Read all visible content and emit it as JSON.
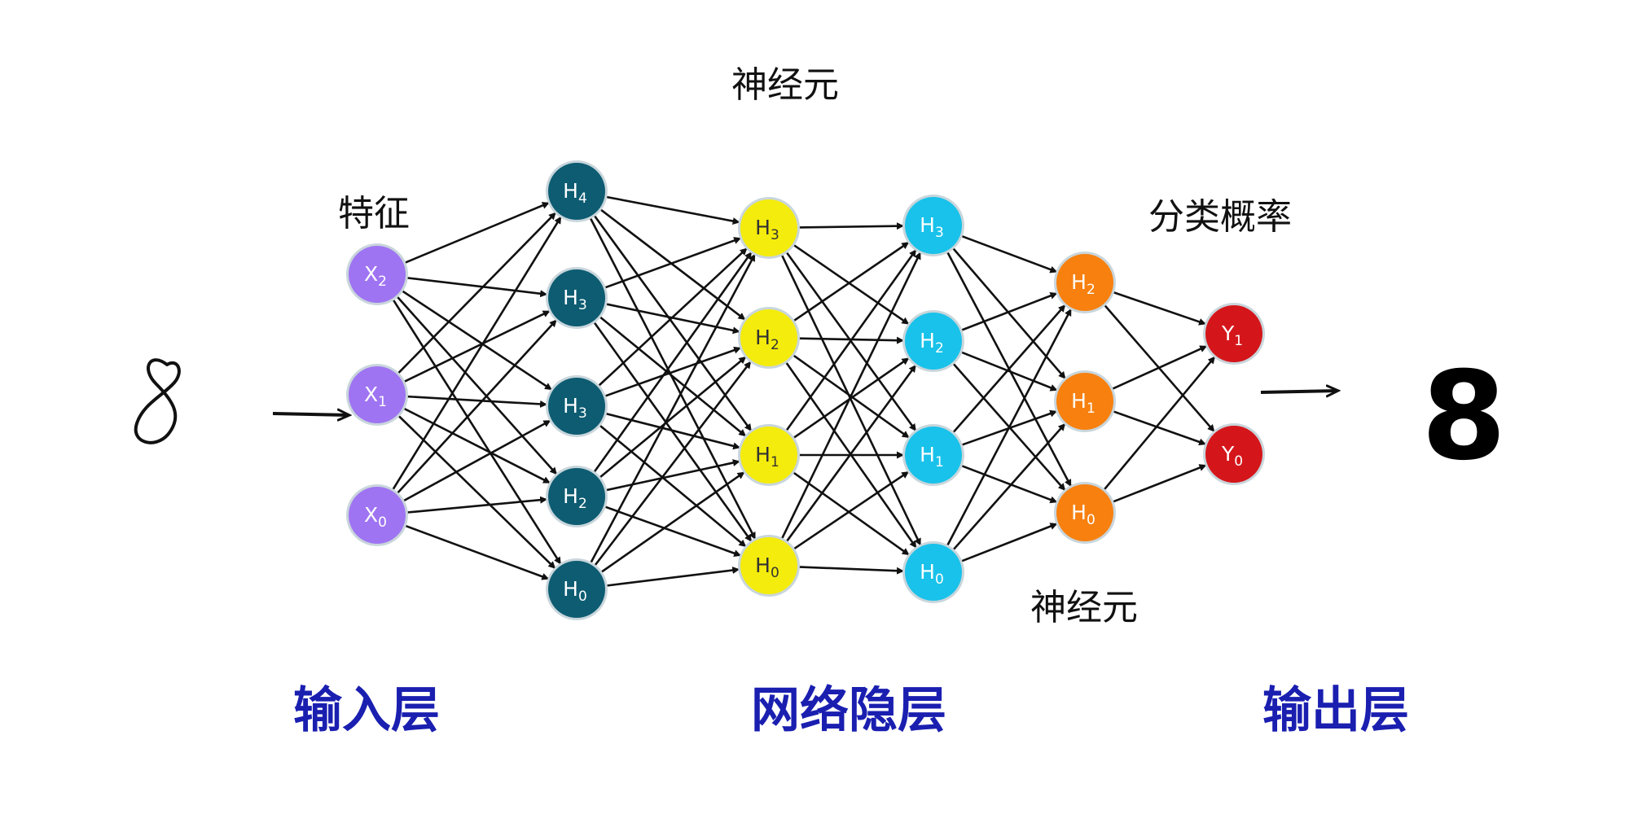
{
  "annotations": {
    "neuron_top": "神经元",
    "features": "特征",
    "class_prob": "分类概率",
    "neuron_bottom": "神经元"
  },
  "layer_labels": {
    "input": "输入层",
    "hidden": "网络隐层",
    "output": "输出层"
  },
  "input_digit_handwritten": "8",
  "output_digit": "8",
  "colors": {
    "input": "#9f74f2",
    "hidden1": "#0d5c72",
    "hidden2": "#f4ec0c",
    "hidden3": "#19c2ea",
    "hidden4": "#f7800f",
    "output": "#d4161b",
    "layer_label": "#1a1fb0"
  },
  "layers": [
    {
      "name": "input-layer",
      "color_key": "input",
      "nodes": [
        {
          "b": "X",
          "s": "2"
        },
        {
          "b": "X",
          "s": "1"
        },
        {
          "b": "X",
          "s": "0"
        }
      ]
    },
    {
      "name": "hidden-layer-1",
      "color_key": "hidden1",
      "nodes": [
        {
          "b": "H",
          "s": "4"
        },
        {
          "b": "H",
          "s": "3"
        },
        {
          "b": "H",
          "s": "3"
        },
        {
          "b": "H",
          "s": "2"
        },
        {
          "b": "H",
          "s": "0"
        }
      ]
    },
    {
      "name": "hidden-layer-2",
      "color_key": "hidden2",
      "nodes": [
        {
          "b": "H",
          "s": "3"
        },
        {
          "b": "H",
          "s": "2"
        },
        {
          "b": "H",
          "s": "1"
        },
        {
          "b": "H",
          "s": "0"
        }
      ]
    },
    {
      "name": "hidden-layer-3",
      "color_key": "hidden3",
      "nodes": [
        {
          "b": "H",
          "s": "3"
        },
        {
          "b": "H",
          "s": "2"
        },
        {
          "b": "H",
          "s": "1"
        },
        {
          "b": "H",
          "s": "0"
        }
      ]
    },
    {
      "name": "hidden-layer-4",
      "color_key": "hidden4",
      "nodes": [
        {
          "b": "H",
          "s": "2"
        },
        {
          "b": "H",
          "s": "1"
        },
        {
          "b": "H",
          "s": "0"
        }
      ]
    },
    {
      "name": "output-layer",
      "color_key": "output",
      "nodes": [
        {
          "b": "Y",
          "s": "1"
        },
        {
          "b": "Y",
          "s": "0"
        }
      ]
    }
  ]
}
